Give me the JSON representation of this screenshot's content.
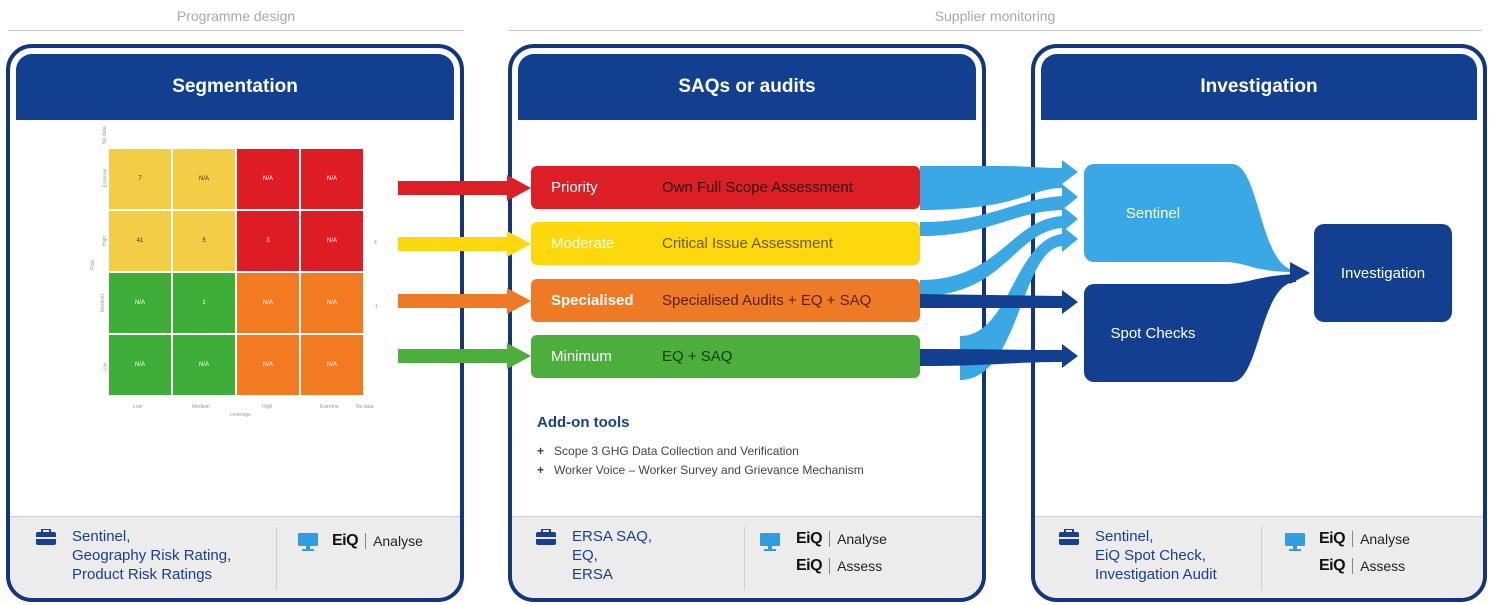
{
  "sections": {
    "programme_design": "Programme design",
    "supplier_monitoring": "Supplier monitoring"
  },
  "panels": {
    "segmentation": {
      "title": "Segmentation",
      "tools": [
        "Sentinel,",
        "Geography Risk Rating,",
        "Product Risk Ratings"
      ],
      "platforms": [
        {
          "logo": "EiQ",
          "label": "Analyse"
        }
      ]
    },
    "saqs": {
      "title": "SAQs or audits",
      "tools": [
        "ERSA SAQ,",
        "EQ,",
        "ERSA"
      ],
      "platforms": [
        {
          "logo": "EiQ",
          "label": "Analyse"
        },
        {
          "logo": "EiQ",
          "label": "Assess"
        }
      ]
    },
    "investigation": {
      "title": "Investigation",
      "tools": [
        "Sentinel,",
        "EiQ Spot Check,",
        "Investigation Audit"
      ],
      "platforms": [
        {
          "logo": "EiQ",
          "label": "Analyse"
        },
        {
          "logo": "EiQ",
          "label": "Assess"
        }
      ]
    }
  },
  "matrix": {
    "y_axis_label": "Risk",
    "x_axis_label": "Leverage",
    "row_labels": [
      "No data",
      "Extreme",
      "High",
      "Medium",
      "Low"
    ],
    "col_labels": [
      "Low",
      "Medium",
      "High",
      "Extreme",
      "No data"
    ],
    "row_totals": [
      "",
      "4",
      "1",
      ""
    ],
    "cells": [
      [
        "7",
        "N/A",
        "N/A",
        "N/A"
      ],
      [
        "41",
        "5",
        "3",
        "N/A"
      ],
      [
        "N/A",
        "1",
        "N/A",
        "N/A"
      ],
      [
        "N/A",
        "N/A",
        "N/A",
        "N/A"
      ]
    ],
    "cell_colors": [
      [
        "y",
        "y",
        "r",
        "r"
      ],
      [
        "y",
        "y",
        "r",
        "r"
      ],
      [
        "g",
        "g",
        "o",
        "o"
      ],
      [
        "g",
        "g",
        "o",
        "o"
      ]
    ]
  },
  "tiers": [
    {
      "name": "Priority",
      "desc": "Own Full Scope Assessment",
      "color": "#dc1f26"
    },
    {
      "name": "Moderate",
      "desc": "Critical Issue Assessment",
      "color": "#fcd80c"
    },
    {
      "name": "Specialised",
      "desc": "Specialised  Audits + EQ + SAQ",
      "color": "#ef7a25"
    },
    {
      "name": "Minimum",
      "desc": "EQ + SAQ",
      "color": "#4caf3c"
    }
  ],
  "addons": {
    "title": "Add-on tools",
    "items": [
      "Scope 3 GHG Data Collection and Verification",
      "Worker Voice – Worker Survey and Grievance Mechanism"
    ]
  },
  "flow": {
    "sentinel": "Sentinel",
    "spot_checks": "Spot Checks",
    "investigation": "Investigation"
  },
  "colors": {
    "navy": "#12357e",
    "light_blue": "#3aa8e4",
    "dark_blue": "#123f8f",
    "deep_navy": "#0f2f6b"
  }
}
